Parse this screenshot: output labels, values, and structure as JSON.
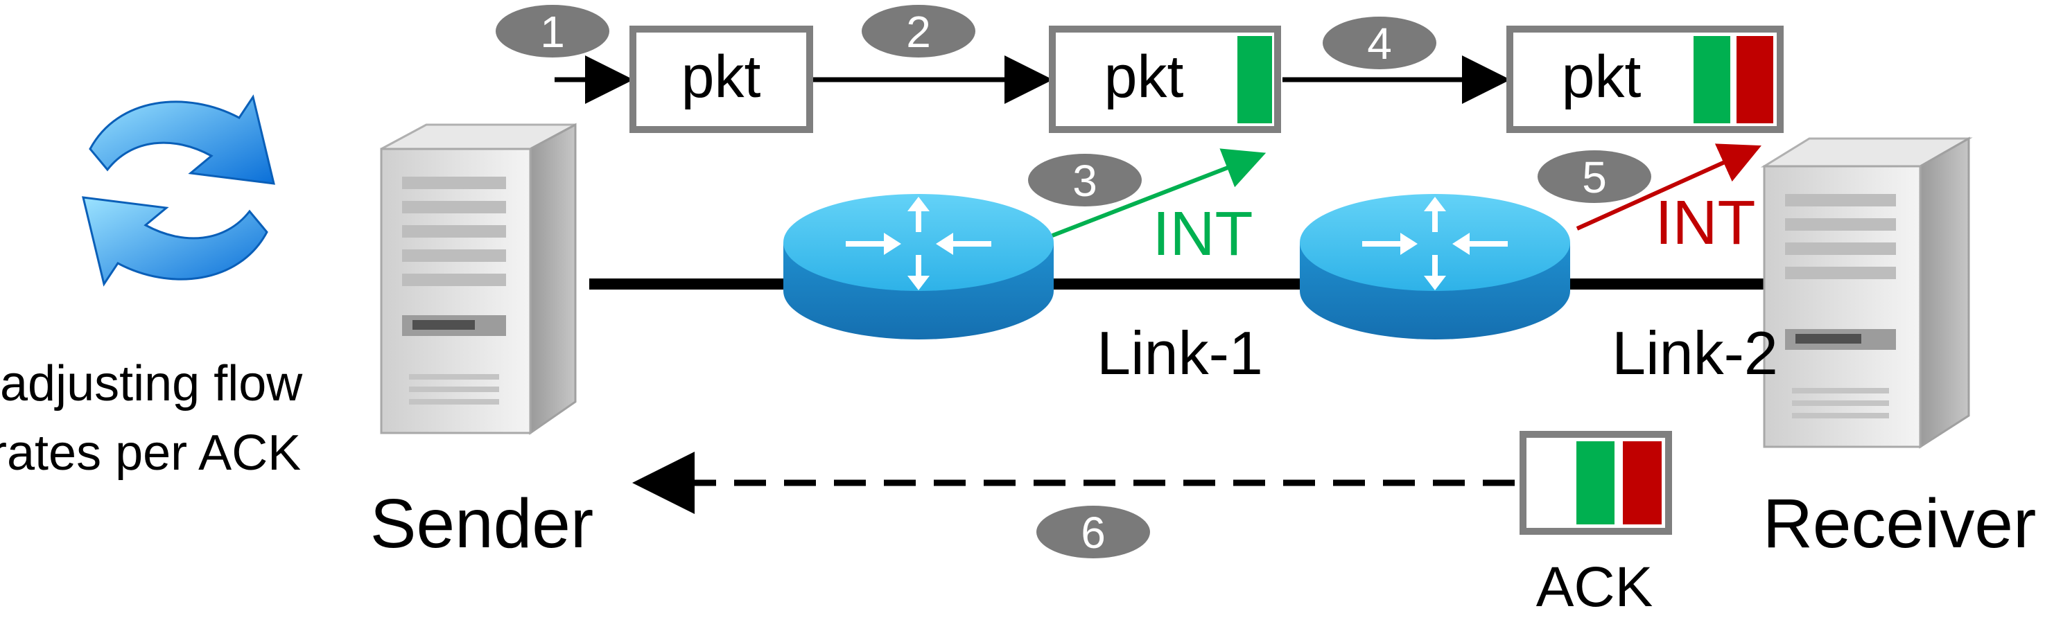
{
  "steps": [
    "1",
    "2",
    "3",
    "4",
    "5",
    "6"
  ],
  "packet_label": "pkt",
  "int_label": "INT",
  "links": {
    "link1": "Link-1",
    "link2": "Link-2"
  },
  "hosts": {
    "sender": "Sender",
    "receiver": "Receiver"
  },
  "ack_label": "ACK",
  "adjust_text": {
    "line1": "adjusting flow",
    "line2": "rates per ACK"
  },
  "colors": {
    "int_hop1": "#00b050",
    "int_hop2": "#c00000",
    "step_badge": "#7a7a7a",
    "box_border": "#7f7f7f",
    "router": "#29a8e0",
    "refresh": "#1e90e6"
  }
}
